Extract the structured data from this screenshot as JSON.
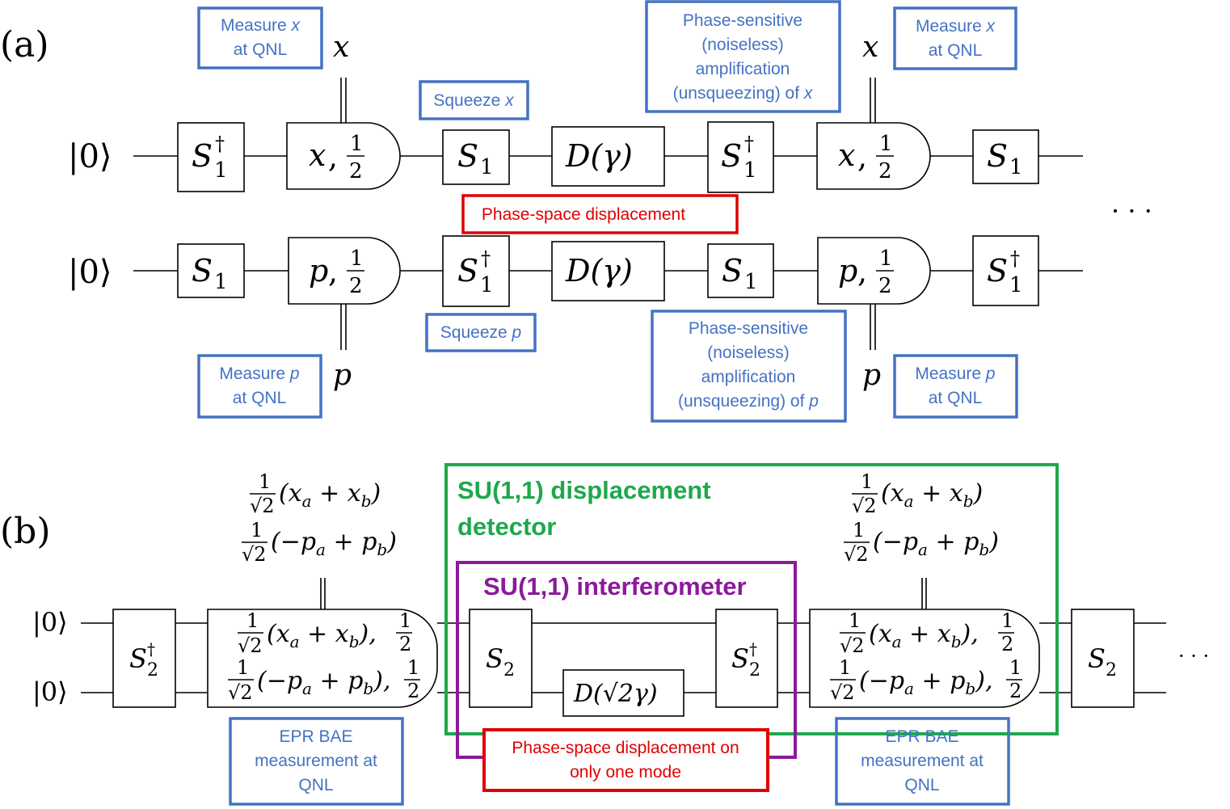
{
  "panel_a": {
    "label": "(a)",
    "ket_top": "|0⟩",
    "ket_bottom": "|0⟩",
    "ellipsis": "· · ·",
    "x_symbol": "x",
    "p_symbol": "p",
    "gates_top": [
      {
        "main": "S",
        "sub": "1",
        "sup": "†"
      },
      {
        "meas": "x",
        "frac_num": "1",
        "frac_den": "2"
      },
      {
        "main": "S",
        "sub": "1",
        "sup": ""
      },
      {
        "disp": "D(γ)"
      },
      {
        "main": "S",
        "sub": "1",
        "sup": "†"
      },
      {
        "meas": "x",
        "frac_num": "1",
        "frac_den": "2"
      },
      {
        "main": "S",
        "sub": "1",
        "sup": ""
      }
    ],
    "gates_bottom": [
      {
        "main": "S",
        "sub": "1",
        "sup": ""
      },
      {
        "meas": "p",
        "frac_num": "1",
        "frac_den": "2"
      },
      {
        "main": "S",
        "sub": "1",
        "sup": "†"
      },
      {
        "disp": "D(γ)"
      },
      {
        "main": "S",
        "sub": "1",
        "sup": ""
      },
      {
        "meas": "p",
        "frac_num": "1",
        "frac_den": "2"
      },
      {
        "main": "S",
        "sub": "1",
        "sup": "†"
      }
    ],
    "annotations": {
      "measure_x_1": {
        "line1_text": "Measure ",
        "line1_var": "x",
        "line2": "at QNL"
      },
      "measure_x_2": {
        "line1_text": "Measure ",
        "line1_var": "x",
        "line2": "at QNL"
      },
      "measure_p_1": {
        "line1_text": "Measure ",
        "line1_var": "p",
        "line2": "at QNL"
      },
      "measure_p_2": {
        "line1_text": "Measure ",
        "line1_var": "p",
        "line2": "at QNL"
      },
      "squeeze_x": {
        "text": "Squeeze ",
        "var": "x"
      },
      "squeeze_p": {
        "text": "Squeeze ",
        "var": "p"
      },
      "phase_sensitive_x": {
        "lines": [
          "Phase-sensitive",
          "(noiseless)",
          "amplification"
        ],
        "last_text": "(unsqueezing) of ",
        "last_var": "x"
      },
      "phase_sensitive_p": {
        "lines": [
          "Phase-sensitive",
          "(noiseless)",
          "amplification"
        ],
        "last_text": "(unsqueezing) of ",
        "last_var": "p"
      },
      "phase_space_displacement": "Phase-space displacement"
    }
  },
  "panel_b": {
    "label": "(b)",
    "ket_top": "|0⟩",
    "ket_bottom": "|0⟩",
    "ellipsis": "· · ·",
    "s2dag": {
      "main": "S",
      "sub": "2",
      "sup": "†"
    },
    "s2": {
      "main": "S",
      "sub": "2",
      "sup": ""
    },
    "displacement_gate": "D(√2γ)",
    "one_over_sqrt2": {
      "num": "1",
      "den": "√2"
    },
    "half": {
      "num": "1",
      "den": "2"
    },
    "expr_x": "(x",
    "expr_xa_sub": "a",
    "expr_plus_x": " + x",
    "expr_xb_sub": "b",
    "expr_close": ")",
    "expr_p": "(−p",
    "expr_pa_sub": "a",
    "expr_plus_p": " + p",
    "expr_pb_sub": "b",
    "comma": ",",
    "epr_label": [
      "EPR BAE",
      "measurement  at",
      "QNL"
    ],
    "su11_detector": [
      "SU(1,1) displacement",
      "detector"
    ],
    "su11_interferometer": "SU(1,1) interferometer",
    "phase_space_one_mode": [
      "Phase-space displacement on",
      "only one mode"
    ]
  },
  "colors": {
    "blue_box": "#4472C4",
    "red_box": "#E00000",
    "green_box": "#1EA84C",
    "purple_box": "#8B1A9A"
  }
}
